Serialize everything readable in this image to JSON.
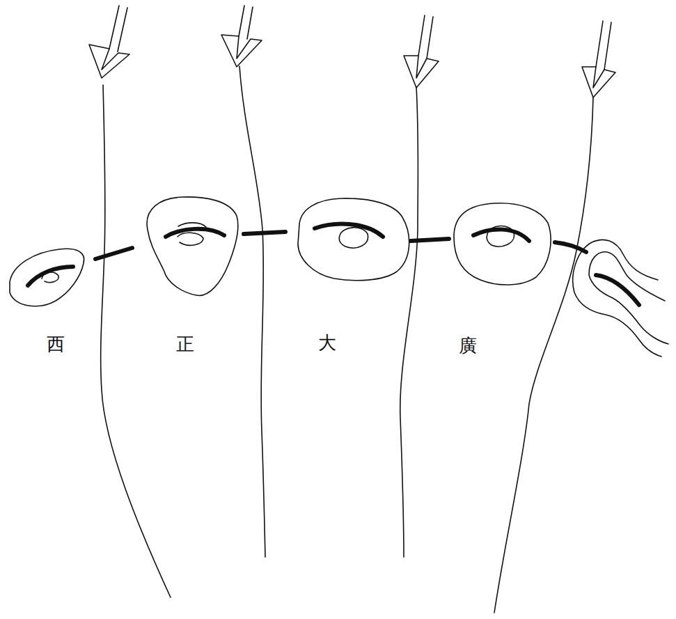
{
  "diagram": {
    "labels": [
      "西",
      "正",
      "大",
      "廣"
    ]
  }
}
